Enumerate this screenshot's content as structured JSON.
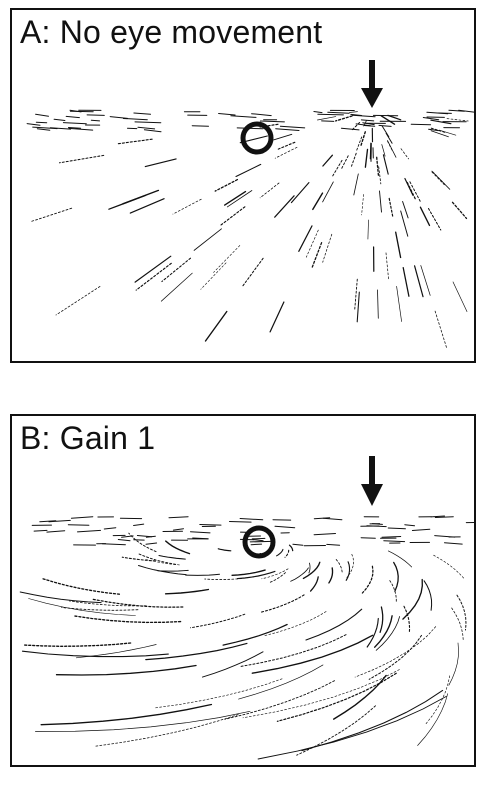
{
  "panels": [
    {
      "id": "A",
      "title": "A: No eye movement",
      "flow_type": "radial",
      "markers": [
        "fixation-circle",
        "heading-arrow"
      ]
    },
    {
      "id": "B",
      "title": "B: Gain 1",
      "flow_type": "curved",
      "markers": [
        "fixation-circle",
        "heading-arrow"
      ]
    }
  ],
  "colors": {
    "ink": "#111111",
    "background": "#ffffff",
    "border": "#111111"
  }
}
